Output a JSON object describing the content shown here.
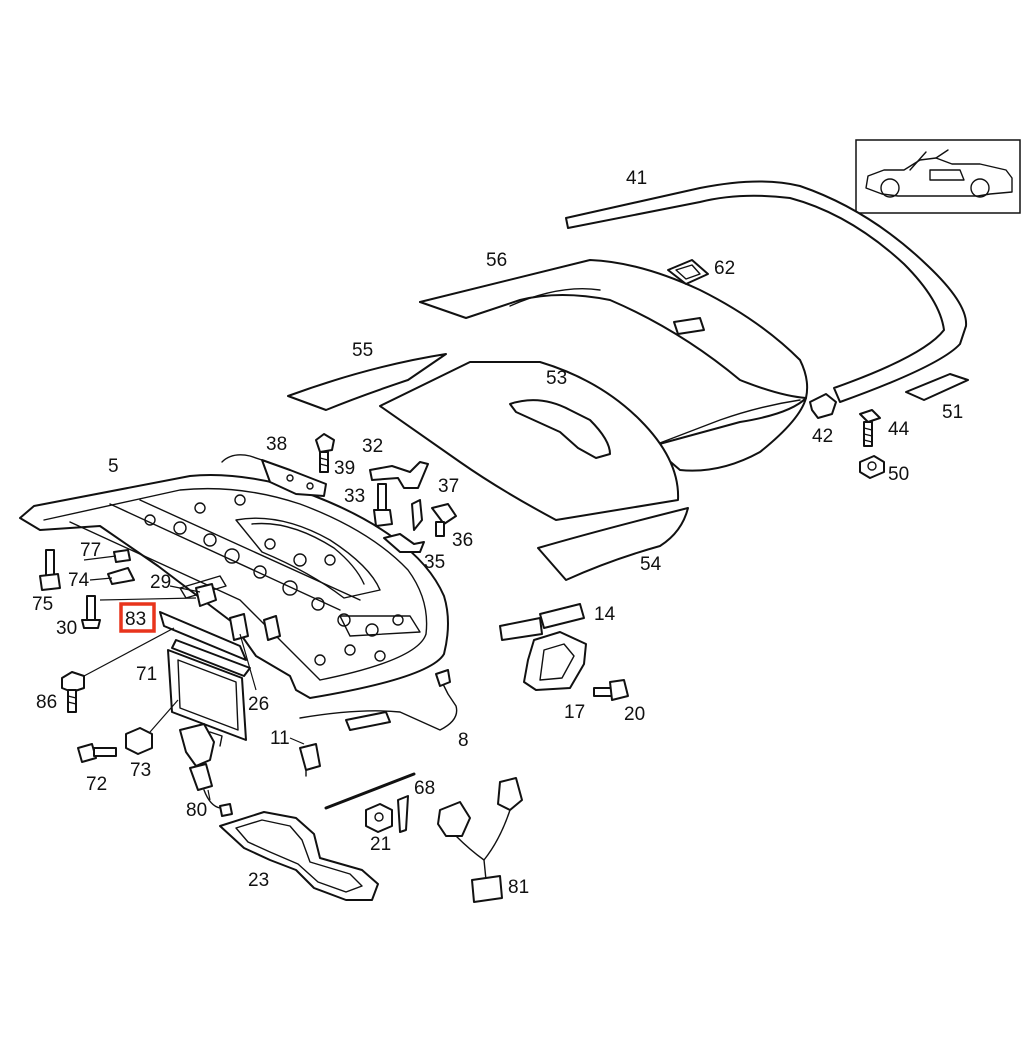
{
  "highlight_color": "#e8341c",
  "highlighted_part": "83",
  "labels": {
    "p41": "41",
    "p62": "62",
    "p56": "56",
    "p55": "55",
    "p53": "53",
    "p51": "51",
    "p42": "42",
    "p44": "44",
    "p50": "50",
    "p54": "54",
    "p5": "5",
    "p38": "38",
    "p39": "39",
    "p32": "32",
    "p33": "33",
    "p37": "37",
    "p36": "36",
    "p35": "35",
    "p77": "77",
    "p74": "74",
    "p29": "29",
    "p75": "75",
    "p30": "30",
    "p83": "83",
    "p71": "71",
    "p86": "86",
    "p26": "26",
    "p14": "14",
    "p17": "17",
    "p20": "20",
    "p11": "11",
    "p8": "8",
    "p72": "72",
    "p73": "73",
    "p80": "80",
    "p68": "68",
    "p21": "21",
    "p23": "23",
    "p81": "81"
  }
}
